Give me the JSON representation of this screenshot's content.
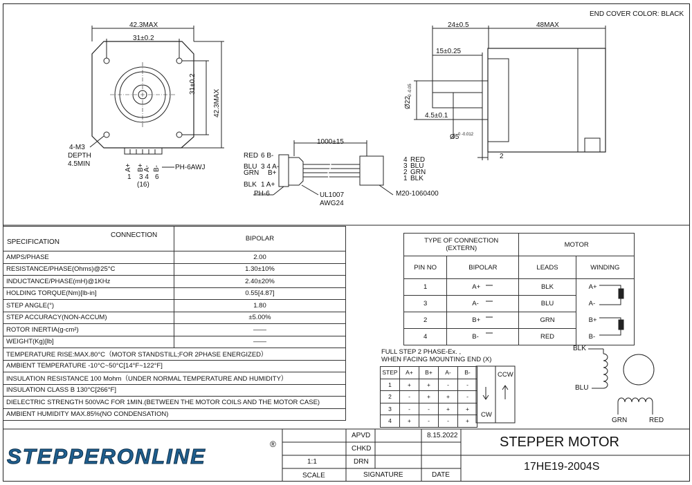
{
  "end_cover_color": "END COVER COLOR: BLACK",
  "front_view": {
    "dim_width_max": "42.3MAX",
    "dim_hole_spacing": "31±0.2",
    "dim_hole_spacing_v": "31±0.2",
    "dim_height_max": "42.3MAX",
    "screw_note": [
      "4-M3",
      "DEPTH",
      "4.5MIN"
    ],
    "connector": "PH-6AWJ",
    "pins": [
      "A+",
      "B+",
      "A-",
      "B-"
    ],
    "pin_numbers": [
      "1",
      "3 4",
      "6"
    ],
    "pitch": "(16)"
  },
  "cable": {
    "length": "1000±15",
    "left_labels": [
      "RED",
      "BLU",
      "GRN",
      "BLK"
    ],
    "left_pins": [
      "6 B-",
      "3 4 A-",
      "B+",
      "1 A+"
    ],
    "left_connector": "PH-6",
    "wire_spec": [
      "UL1007",
      "AWG24"
    ],
    "right_pins": [
      "4",
      "3",
      "2",
      "1"
    ],
    "right_labels": [
      "RED",
      "BLU",
      "GRN",
      "BLK"
    ],
    "right_connector": "M20-1060400"
  },
  "side_view": {
    "dim_shaft": "24±0.5",
    "dim_body": "48MAX",
    "dim_flat": "15±0.25",
    "dim_boss": "Ø22",
    "dim_boss_tol": "0 -0.05",
    "dim_flat_depth": "4.5±0.1",
    "dim_shaft_dia": "Ø5",
    "dim_shaft_tol": "0 -0.012",
    "dim_flange": "2"
  },
  "spec_table": {
    "header_spec": "SPECIFICATION",
    "header_connection": "CONNECTION",
    "header_bipolar": "BIPOLAR",
    "rows": [
      {
        "label": "AMPS/PHASE",
        "value": "2.00"
      },
      {
        "label": "RESISTANCE/PHASE(Ohms)@25°C",
        "value": "1.30±10%"
      },
      {
        "label": "INDUCTANCE/PHASE(mH)@1KHz",
        "value": "2.40±20%"
      },
      {
        "label": "HOLDING TORQUE(Nm)[lb-in]",
        "value": "0.55[4.87]"
      },
      {
        "label": "STEP ANGLE(°)",
        "value": "1.80"
      },
      {
        "label": "STEP ACCURACY(NON-ACCUM)",
        "value": "±5.00%"
      },
      {
        "label": "ROTOR INERTIA(g-cm²)",
        "value": "——"
      },
      {
        "label": "WEIGHT(Kg)[lb]",
        "value": "——"
      }
    ],
    "notes": [
      "TEMPERATURE RISE:MAX.80°C（MOTOR STANDSTILL;FOR 2PHASE ENERGIZED）",
      "AMBIENT TEMPERATURE -10°C~50°C[14°F~122°F]",
      "INSULATION RESISTANCE 100 Mohm（UNDER NORMAL TEMPERATURE AND HUMIDITY）",
      "INSULATION CLASS B 130°C[266°F]",
      "DIELECTRIC STRENGTH 500VAC FOR 1MIN.(BETWEEN THE MOTOR COILS AND THE MOTOR CASE)",
      "AMBIENT HUMIDITY MAX.85%(NO CONDENSATION)"
    ]
  },
  "connection_table": {
    "type_header": "TYPE OF CONNECTION",
    "type_sub": "(EXTERN)",
    "motor_header": "MOTOR",
    "col_pin": "PIN NO",
    "col_bipolar": "BIPOLAR",
    "col_leads": "LEADS",
    "col_winding": "WINDING",
    "rows": [
      {
        "pin": "1",
        "bipolar": "A+",
        "lead": "BLK",
        "winding": "A+"
      },
      {
        "pin": "3",
        "bipolar": "A-",
        "lead": "BLU",
        "winding": "A-"
      },
      {
        "pin": "2",
        "bipolar": "B+",
        "lead": "GRN",
        "winding": "B+"
      },
      {
        "pin": "4",
        "bipolar": "B-",
        "lead": "RED",
        "winding": "B-"
      }
    ]
  },
  "step_sequence": {
    "caption": [
      "FULL STEP  2 PHASE-Ex. ,",
      "WHEN FACING MOUNTING END (X)"
    ],
    "headers": [
      "STEP",
      "A+",
      "B+",
      "A-",
      "B-"
    ],
    "rows": [
      [
        "1",
        "+",
        "+",
        "-",
        "-"
      ],
      [
        "2",
        "-",
        "+",
        "+",
        "-"
      ],
      [
        "3",
        "-",
        "-",
        "+",
        "+"
      ],
      [
        "4",
        "+",
        "-",
        "-",
        "+"
      ]
    ],
    "ccw": "CCW",
    "cw": "CW"
  },
  "coil_diagram": {
    "blk": "BLK",
    "blu": "BLU",
    "grn": "GRN",
    "red": "RED"
  },
  "title_block": {
    "logo": "STEPPERONLINE",
    "registered": "®",
    "apvd": "APVD",
    "chkd": "CHKD",
    "drn": "DRN",
    "date_value": "8.15.2022",
    "scale_value": "1:1",
    "scale": "SCALE",
    "signature": "SIGNATURE",
    "date": "DATE",
    "title": "STEPPER MOTOR",
    "model": "17HE19-2004S"
  },
  "colors": {
    "line": "#222222",
    "logo_blue": "#1f5f8f"
  }
}
